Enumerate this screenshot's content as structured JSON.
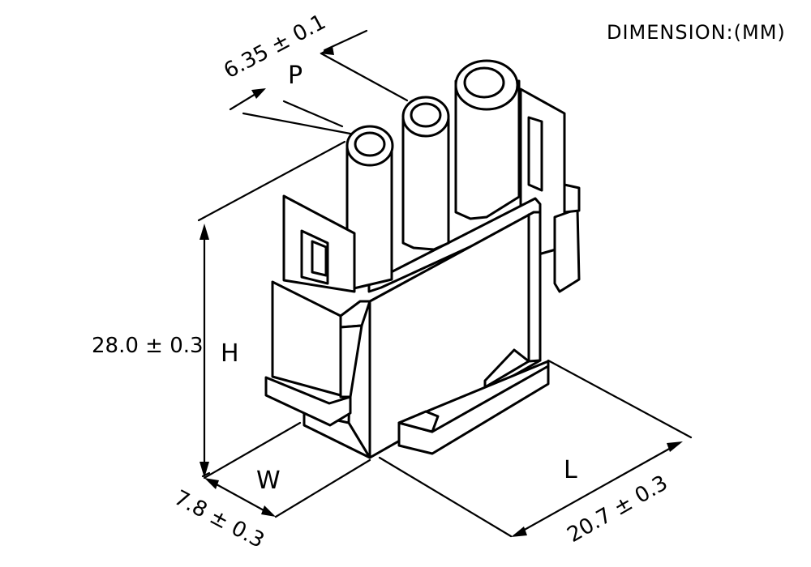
{
  "header": {
    "units": "DIMENSION:(MM)"
  },
  "dimensions": {
    "pitch": {
      "label": "P",
      "value": "6.35 ± 0.1"
    },
    "height": {
      "label": "H",
      "value": "28.0 ± 0.3"
    },
    "width": {
      "label": "W",
      "value": "7.8 ± 0.3"
    },
    "length": {
      "label": "L",
      "value": "20.7 ± 0.3"
    }
  },
  "colors": {
    "line": "#000000",
    "background": "#ffffff"
  }
}
